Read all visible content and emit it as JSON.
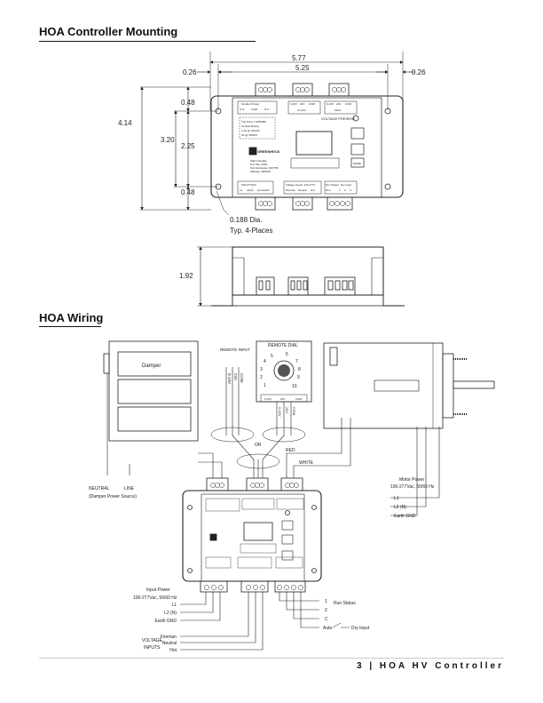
{
  "sections": {
    "mounting_title": "HOA Controller Mounting",
    "wiring_title": "HOA Wiring"
  },
  "dims": {
    "overall_width": "5.77",
    "inner_width": "5.25",
    "left_offset": "0.26",
    "right_offset": "0.26",
    "overall_height": "4.14",
    "inner_height": "3.20",
    "top_offset": "0.48",
    "middle": "2.25",
    "bottom_offset": "0.48",
    "hole_dia": "0.188 Dia.",
    "hole_note": "Typ. 4-Places",
    "depth": "1.92"
  },
  "device": {
    "top_labels": [
      "Outdoor Power",
      "N.O.",
      "COM",
      "N.C.",
      "0-10V",
      "24V",
      "COM",
      "Control",
      "0-10V",
      "24V",
      "COM",
      "Motor"
    ],
    "relay_note": [
      "Trip Point = 80%FBC",
      "Contact Rating",
      "1.0A @ 24VAC/",
      "2A @ 30VDC"
    ],
    "voltage_present": "VOLTAGE PRESENT",
    "brand": "GREENHECK",
    "address": [
      "Wall Colorado",
      "P.O. Box 4015",
      "Port Rochester, 997785",
      "Wausau, WI5445"
    ],
    "mode_label": "MODE",
    "bottom_labels": [
      "100-277VAC",
      "L1",
      "L2(N)",
      "Grounded",
      "Voltage Inputs: 115-277V",
      "Fireman",
      "Neutral",
      "Hot",
      "Run Status",
      "Run",
      "Dry Input",
      "1",
      "2",
      "C"
    ]
  },
  "wiring": {
    "damper": "Damper",
    "remote_input": "REMOTE INPUT",
    "remote_input_pins": [
      "0-10V",
      "24V",
      "COM"
    ],
    "remote_dial": "REMOTE DIAL",
    "dial_numbers": [
      "1",
      "2",
      "3",
      "4",
      "5",
      "6",
      "7",
      "8",
      "9",
      "10"
    ],
    "dial_terms": [
      "0-10V",
      "24V",
      "COM"
    ],
    "dial_wires": [
      "0-10V",
      "24V",
      "COM"
    ],
    "or": "OR",
    "red": "RED",
    "white": "WHITE",
    "neutral": "NEUTRAL",
    "line": "LINE",
    "damper_power": "(Damper Power Source)",
    "motor_power_title": "Motor Power",
    "motor_power_spec": "100-277Vac, 50/60 Hz",
    "motor_power_lines": [
      "L1",
      "L2 (N)",
      "Earth GND"
    ],
    "input_power_title": "Input Power",
    "input_power_spec": "100-277Vac, 50/60 Hz",
    "input_power_lines": [
      "L1",
      "L2 (N)",
      "Earth GND"
    ],
    "voltage_inputs": [
      "VOLTAGE",
      "INPUTS"
    ],
    "voltage_input_lines": [
      "Fireman",
      "Neutral",
      "Hot"
    ],
    "status_lines": [
      "1",
      "2",
      "C",
      "Auto"
    ],
    "run_status": "Run Status",
    "dry_input": "Dry Input"
  },
  "footer": {
    "page": "3",
    "title": "HOA HV Controller"
  }
}
